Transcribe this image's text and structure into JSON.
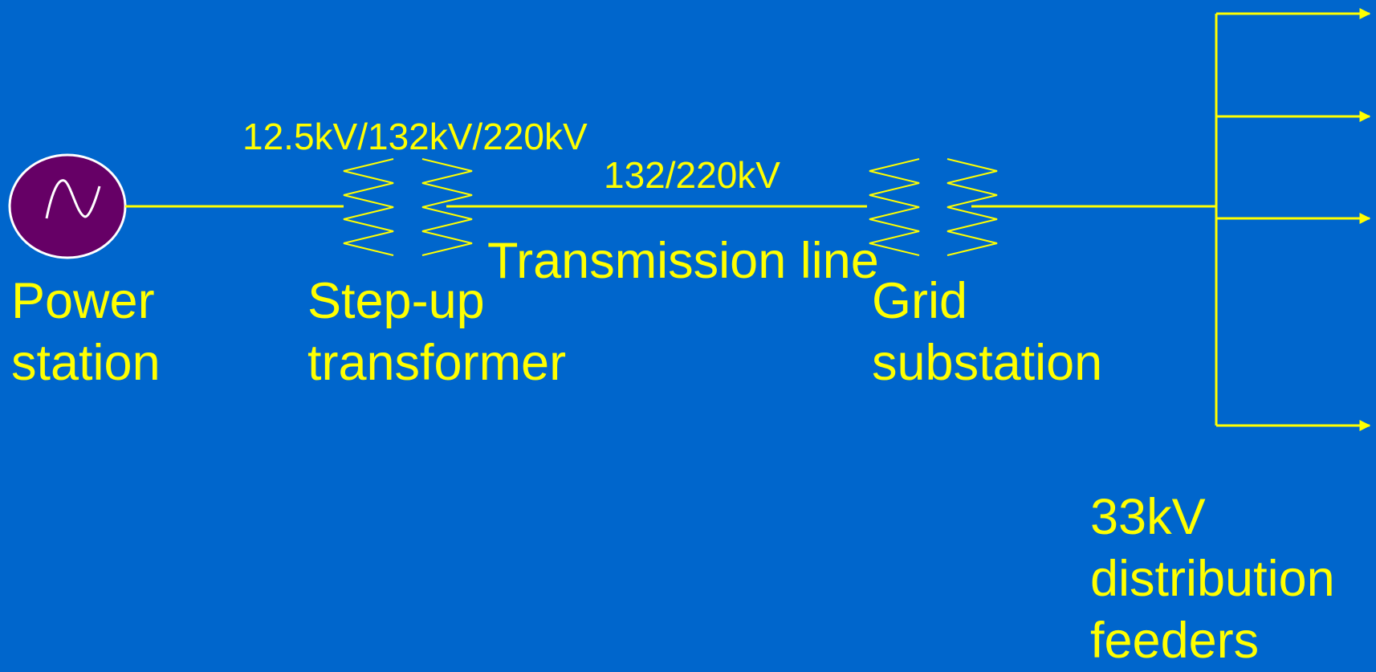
{
  "colors": {
    "background": "#0066CC",
    "line": "#FFFF00",
    "generator_fill": "#660066",
    "generator_stroke": "#FFFFFF"
  },
  "icons": {
    "generator": "ac-generator-icon",
    "transformer": "transformer-coil-icon",
    "feeder": "arrow-right-icon"
  },
  "labels": {
    "power_station": [
      "Power",
      "station"
    ],
    "step_up": [
      "Step-up",
      "transformer"
    ],
    "step_up_voltage": "12.5kV/132kV/220kV",
    "line_voltage": "132/220kV",
    "transmission_line": "Transmission line",
    "grid": [
      "Grid",
      "substation"
    ],
    "feeders": [
      "33kV",
      "distribution",
      "feeders"
    ]
  },
  "feeder_count": 4
}
